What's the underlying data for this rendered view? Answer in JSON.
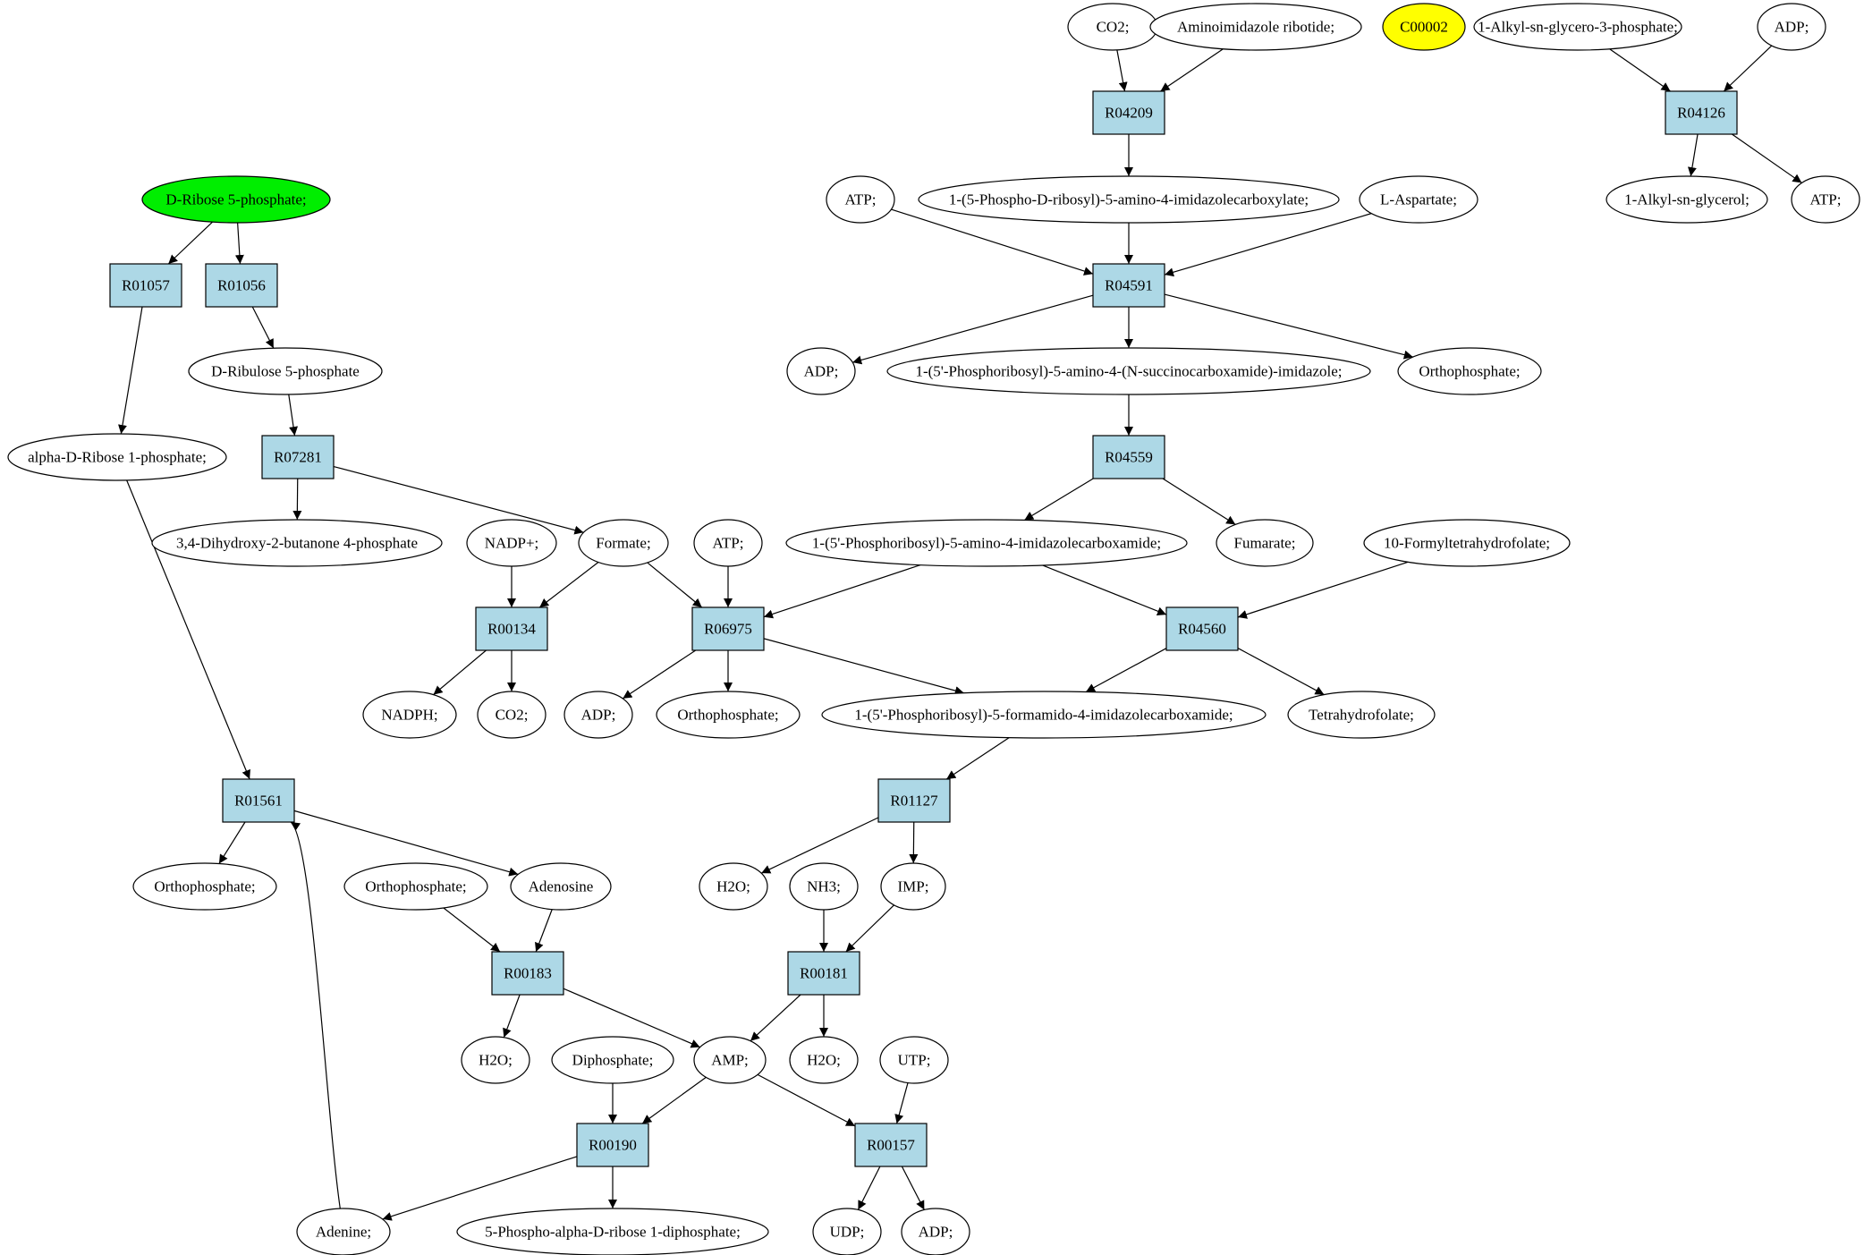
{
  "colors": {
    "reaction_fill": "#add8e6",
    "compound_fill": "#ffffff",
    "highlight_green": "#00ee00",
    "highlight_yellow": "#ffff00",
    "stroke": "#000000"
  },
  "nodes": [
    {
      "id": "co2_top",
      "kind": "compound",
      "label": "CO2;"
    },
    {
      "id": "air",
      "kind": "compound",
      "label": "Aminoimidazole ribotide;"
    },
    {
      "id": "c00002",
      "kind": "compound",
      "label": "C00002",
      "color": "yellow"
    },
    {
      "id": "alkylg3p",
      "kind": "compound",
      "label": "1-Alkyl-sn-glycero-3-phosphate;"
    },
    {
      "id": "adp_top",
      "kind": "compound",
      "label": "ADP;"
    },
    {
      "id": "R04209",
      "kind": "reaction",
      "label": "R04209"
    },
    {
      "id": "R04126",
      "kind": "reaction",
      "label": "R04126"
    },
    {
      "id": "atp_1",
      "kind": "compound",
      "label": "ATP;"
    },
    {
      "id": "cair",
      "kind": "compound",
      "label": "1-(5-Phospho-D-ribosyl)-5-amino-4-imidazolecarboxylate;"
    },
    {
      "id": "asp",
      "kind": "compound",
      "label": "L-Aspartate;"
    },
    {
      "id": "alkylglycerol",
      "kind": "compound",
      "label": "1-Alkyl-sn-glycerol;"
    },
    {
      "id": "atp_tr",
      "kind": "compound",
      "label": "ATP;"
    },
    {
      "id": "r5p",
      "kind": "compound",
      "label": "D-Ribose 5-phosphate;",
      "color": "green"
    },
    {
      "id": "R01057",
      "kind": "reaction",
      "label": "R01057"
    },
    {
      "id": "R01056",
      "kind": "reaction",
      "label": "R01056"
    },
    {
      "id": "R04591",
      "kind": "reaction",
      "label": "R04591"
    },
    {
      "id": "adp_1",
      "kind": "compound",
      "label": "ADP;"
    },
    {
      "id": "saicar",
      "kind": "compound",
      "label": "1-(5'-Phosphoribosyl)-5-amino-4-(N-succinocarboxamide)-imidazole;"
    },
    {
      "id": "pi_1",
      "kind": "compound",
      "label": "Orthophosphate;"
    },
    {
      "id": "ru5p",
      "kind": "compound",
      "label": "D-Ribulose 5-phosphate"
    },
    {
      "id": "a1p",
      "kind": "compound",
      "label": "alpha-D-Ribose 1-phosphate;"
    },
    {
      "id": "R07281",
      "kind": "reaction",
      "label": "R07281"
    },
    {
      "id": "R04559",
      "kind": "reaction",
      "label": "R04559"
    },
    {
      "id": "dhbp",
      "kind": "compound",
      "label": "3,4-Dihydroxy-2-butanone 4-phosphate"
    },
    {
      "id": "nadp",
      "kind": "compound",
      "label": "NADP+;"
    },
    {
      "id": "formate",
      "kind": "compound",
      "label": "Formate;"
    },
    {
      "id": "atp_2",
      "kind": "compound",
      "label": "ATP;"
    },
    {
      "id": "aicar",
      "kind": "compound",
      "label": "1-(5'-Phosphoribosyl)-5-amino-4-imidazolecarboxamide;"
    },
    {
      "id": "fumarate",
      "kind": "compound",
      "label": "Fumarate;"
    },
    {
      "id": "fthf",
      "kind": "compound",
      "label": "10-Formyltetrahydrofolate;"
    },
    {
      "id": "R00134",
      "kind": "reaction",
      "label": "R00134"
    },
    {
      "id": "R06975",
      "kind": "reaction",
      "label": "R06975"
    },
    {
      "id": "R04560",
      "kind": "reaction",
      "label": "R04560"
    },
    {
      "id": "nadph",
      "kind": "compound",
      "label": "NADPH;"
    },
    {
      "id": "co2_mid",
      "kind": "compound",
      "label": "CO2;"
    },
    {
      "id": "adp_2",
      "kind": "compound",
      "label": "ADP;"
    },
    {
      "id": "pi_2",
      "kind": "compound",
      "label": "Orthophosphate;"
    },
    {
      "id": "faicar",
      "kind": "compound",
      "label": "1-(5'-Phosphoribosyl)-5-formamido-4-imidazolecarboxamide;"
    },
    {
      "id": "thf",
      "kind": "compound",
      "label": "Tetrahydrofolate;"
    },
    {
      "id": "R01561",
      "kind": "reaction",
      "label": "R01561"
    },
    {
      "id": "R01127",
      "kind": "reaction",
      "label": "R01127"
    },
    {
      "id": "pi_3",
      "kind": "compound",
      "label": "Orthophosphate;"
    },
    {
      "id": "pi_4",
      "kind": "compound",
      "label": "Orthophosphate;"
    },
    {
      "id": "adenosine",
      "kind": "compound",
      "label": "Adenosine"
    },
    {
      "id": "h2o_1",
      "kind": "compound",
      "label": "H2O;"
    },
    {
      "id": "nh3",
      "kind": "compound",
      "label": "NH3;"
    },
    {
      "id": "imp",
      "kind": "compound",
      "label": "IMP;"
    },
    {
      "id": "R00183",
      "kind": "reaction",
      "label": "R00183"
    },
    {
      "id": "R00181",
      "kind": "reaction",
      "label": "R00181"
    },
    {
      "id": "h2o_2",
      "kind": "compound",
      "label": "H2O;"
    },
    {
      "id": "ppi",
      "kind": "compound",
      "label": "Diphosphate;"
    },
    {
      "id": "amp",
      "kind": "compound",
      "label": "AMP;"
    },
    {
      "id": "h2o_3",
      "kind": "compound",
      "label": "H2O;"
    },
    {
      "id": "utp",
      "kind": "compound",
      "label": "UTP;"
    },
    {
      "id": "R00190",
      "kind": "reaction",
      "label": "R00190"
    },
    {
      "id": "R00157",
      "kind": "reaction",
      "label": "R00157"
    },
    {
      "id": "adenine",
      "kind": "compound",
      "label": "Adenine;"
    },
    {
      "id": "prpp",
      "kind": "compound",
      "label": "5-Phospho-alpha-D-ribose 1-diphosphate;"
    },
    {
      "id": "udp",
      "kind": "compound",
      "label": "UDP;"
    },
    {
      "id": "adp_3",
      "kind": "compound",
      "label": "ADP;"
    }
  ],
  "edges": [
    {
      "from": "co2_top",
      "to": "R04209"
    },
    {
      "from": "air",
      "to": "R04209"
    },
    {
      "from": "R04209",
      "to": "cair"
    },
    {
      "from": "alkylg3p",
      "to": "R04126"
    },
    {
      "from": "adp_top",
      "to": "R04126"
    },
    {
      "from": "R04126",
      "to": "alkylglycerol"
    },
    {
      "from": "R04126",
      "to": "atp_tr"
    },
    {
      "from": "atp_1",
      "to": "R04591"
    },
    {
      "from": "cair",
      "to": "R04591"
    },
    {
      "from": "asp",
      "to": "R04591"
    },
    {
      "from": "R04591",
      "to": "adp_1"
    },
    {
      "from": "R04591",
      "to": "saicar"
    },
    {
      "from": "R04591",
      "to": "pi_1"
    },
    {
      "from": "saicar",
      "to": "R04559"
    },
    {
      "from": "R04559",
      "to": "aicar"
    },
    {
      "from": "R04559",
      "to": "fumarate"
    },
    {
      "from": "r5p",
      "to": "R01057"
    },
    {
      "from": "r5p",
      "to": "R01056"
    },
    {
      "from": "R01057",
      "to": "a1p"
    },
    {
      "from": "R01056",
      "to": "ru5p"
    },
    {
      "from": "ru5p",
      "to": "R07281"
    },
    {
      "from": "R07281",
      "to": "dhbp"
    },
    {
      "from": "R07281",
      "to": "formate"
    },
    {
      "from": "nadp",
      "to": "R00134"
    },
    {
      "from": "formate",
      "to": "R00134"
    },
    {
      "from": "formate",
      "to": "R06975"
    },
    {
      "from": "atp_2",
      "to": "R06975"
    },
    {
      "from": "aicar",
      "to": "R06975"
    },
    {
      "from": "aicar",
      "to": "R04560"
    },
    {
      "from": "fthf",
      "to": "R04560"
    },
    {
      "from": "R00134",
      "to": "nadph"
    },
    {
      "from": "R00134",
      "to": "co2_mid"
    },
    {
      "from": "R06975",
      "to": "adp_2"
    },
    {
      "from": "R06975",
      "to": "pi_2"
    },
    {
      "from": "R06975",
      "to": "faicar"
    },
    {
      "from": "R04560",
      "to": "faicar"
    },
    {
      "from": "R04560",
      "to": "thf"
    },
    {
      "from": "a1p",
      "to": "R01561"
    },
    {
      "from": "adenine",
      "to": "R01561",
      "curve": "up"
    },
    {
      "from": "R01561",
      "to": "pi_3"
    },
    {
      "from": "R01561",
      "to": "adenosine"
    },
    {
      "from": "faicar",
      "to": "R01127"
    },
    {
      "from": "R01127",
      "to": "h2o_1"
    },
    {
      "from": "R01127",
      "to": "imp"
    },
    {
      "from": "pi_4",
      "to": "R00183"
    },
    {
      "from": "adenosine",
      "to": "R00183"
    },
    {
      "from": "nh3",
      "to": "R00181"
    },
    {
      "from": "imp",
      "to": "R00181"
    },
    {
      "from": "R00183",
      "to": "h2o_2"
    },
    {
      "from": "R00183",
      "to": "amp"
    },
    {
      "from": "R00181",
      "to": "amp"
    },
    {
      "from": "R00181",
      "to": "h2o_3"
    },
    {
      "from": "ppi",
      "to": "R00190"
    },
    {
      "from": "amp",
      "to": "R00190"
    },
    {
      "from": "amp",
      "to": "R00157"
    },
    {
      "from": "utp",
      "to": "R00157"
    },
    {
      "from": "R00190",
      "to": "adenine"
    },
    {
      "from": "R00190",
      "to": "prpp"
    },
    {
      "from": "R00157",
      "to": "udp"
    },
    {
      "from": "R00157",
      "to": "adp_3"
    }
  ]
}
